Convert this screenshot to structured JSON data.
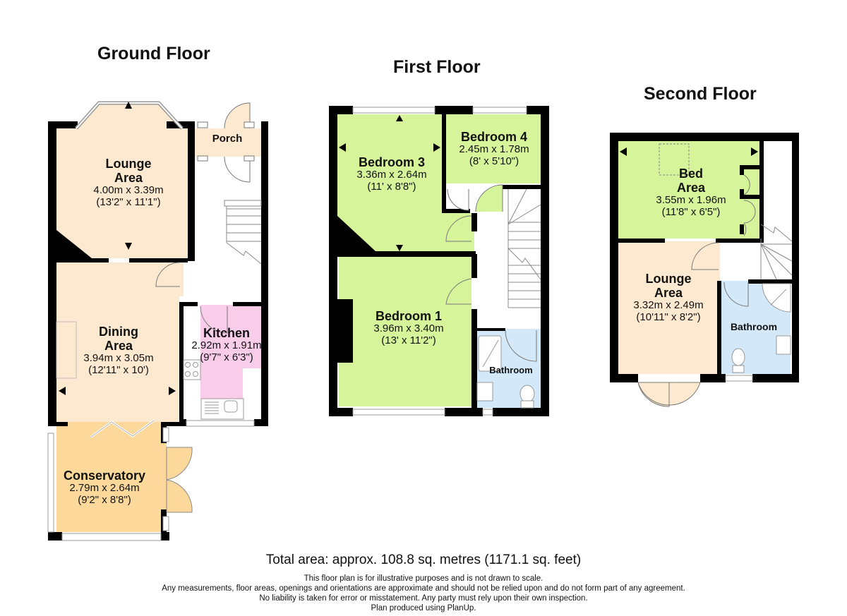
{
  "floors": {
    "ground": {
      "title": "Ground Floor",
      "rooms": {
        "lounge": {
          "name_line1": "Lounge",
          "name_line2": "Area",
          "metric": "4.00m x 3.39m",
          "imperial": "(13'2\" x 11'1\")"
        },
        "porch": {
          "name": "Porch"
        },
        "dining": {
          "name_line1": "Dining",
          "name_line2": "Area",
          "metric": "3.94m x 3.05m",
          "imperial": "(12'11\" x 10')"
        },
        "kitchen": {
          "name": "Kitchen",
          "metric": "2.92m x 1.91m",
          "imperial": "(9'7\" x 6'3\")"
        },
        "conservatory": {
          "name": "Conservatory",
          "metric": "2.79m x 2.64m",
          "imperial": "(9'2\" x 8'8\")"
        }
      }
    },
    "first": {
      "title": "First Floor",
      "rooms": {
        "bedroom3": {
          "name": "Bedroom 3",
          "metric": "3.36m x 2.64m",
          "imperial": "(11' x 8'8\")"
        },
        "bedroom4": {
          "name": "Bedroom 4",
          "metric": "2.45m x 1.78m",
          "imperial": "(8' x 5'10\")"
        },
        "bedroom1": {
          "name": "Bedroom 1",
          "metric": "3.96m x 3.40m",
          "imperial": "(13' x 11'2\")"
        },
        "bathroom": {
          "name": "Bathroom"
        }
      }
    },
    "second": {
      "title": "Second Floor",
      "rooms": {
        "bed_area": {
          "name_line1": "Bed",
          "name_line2": "Area",
          "metric": "3.55m x 1.96m",
          "imperial": "(11'8\" x 6'5\")"
        },
        "lounge": {
          "name_line1": "Lounge",
          "name_line2": "Area",
          "metric": "3.32m x 2.49m",
          "imperial": "(10'11\" x 8'2\")"
        },
        "bathroom": {
          "name": "Bathroom"
        }
      }
    }
  },
  "colors": {
    "wall": "#000000",
    "lounge_dining": "#fde9cf",
    "conservatory": "#fcd99a",
    "kitchen": "#f9cdea",
    "bedroom": "#d6f59b",
    "bathroom": "#d3e8f8"
  },
  "footer": {
    "total_area": "Total area: approx. 108.8 sq. metres (1171.1 sq. feet)",
    "disclaimer": [
      "This floor plan is for illustrative purposes and is not drawn to scale.",
      "Any measurements, floor areas, openings and orientations are approximate and should not be relied upon and do not form part of any agreement.",
      "No liability is taken for error or misstatement. Any party must rely upon their own inspection.",
      "Plan produced using PlanUp."
    ]
  }
}
